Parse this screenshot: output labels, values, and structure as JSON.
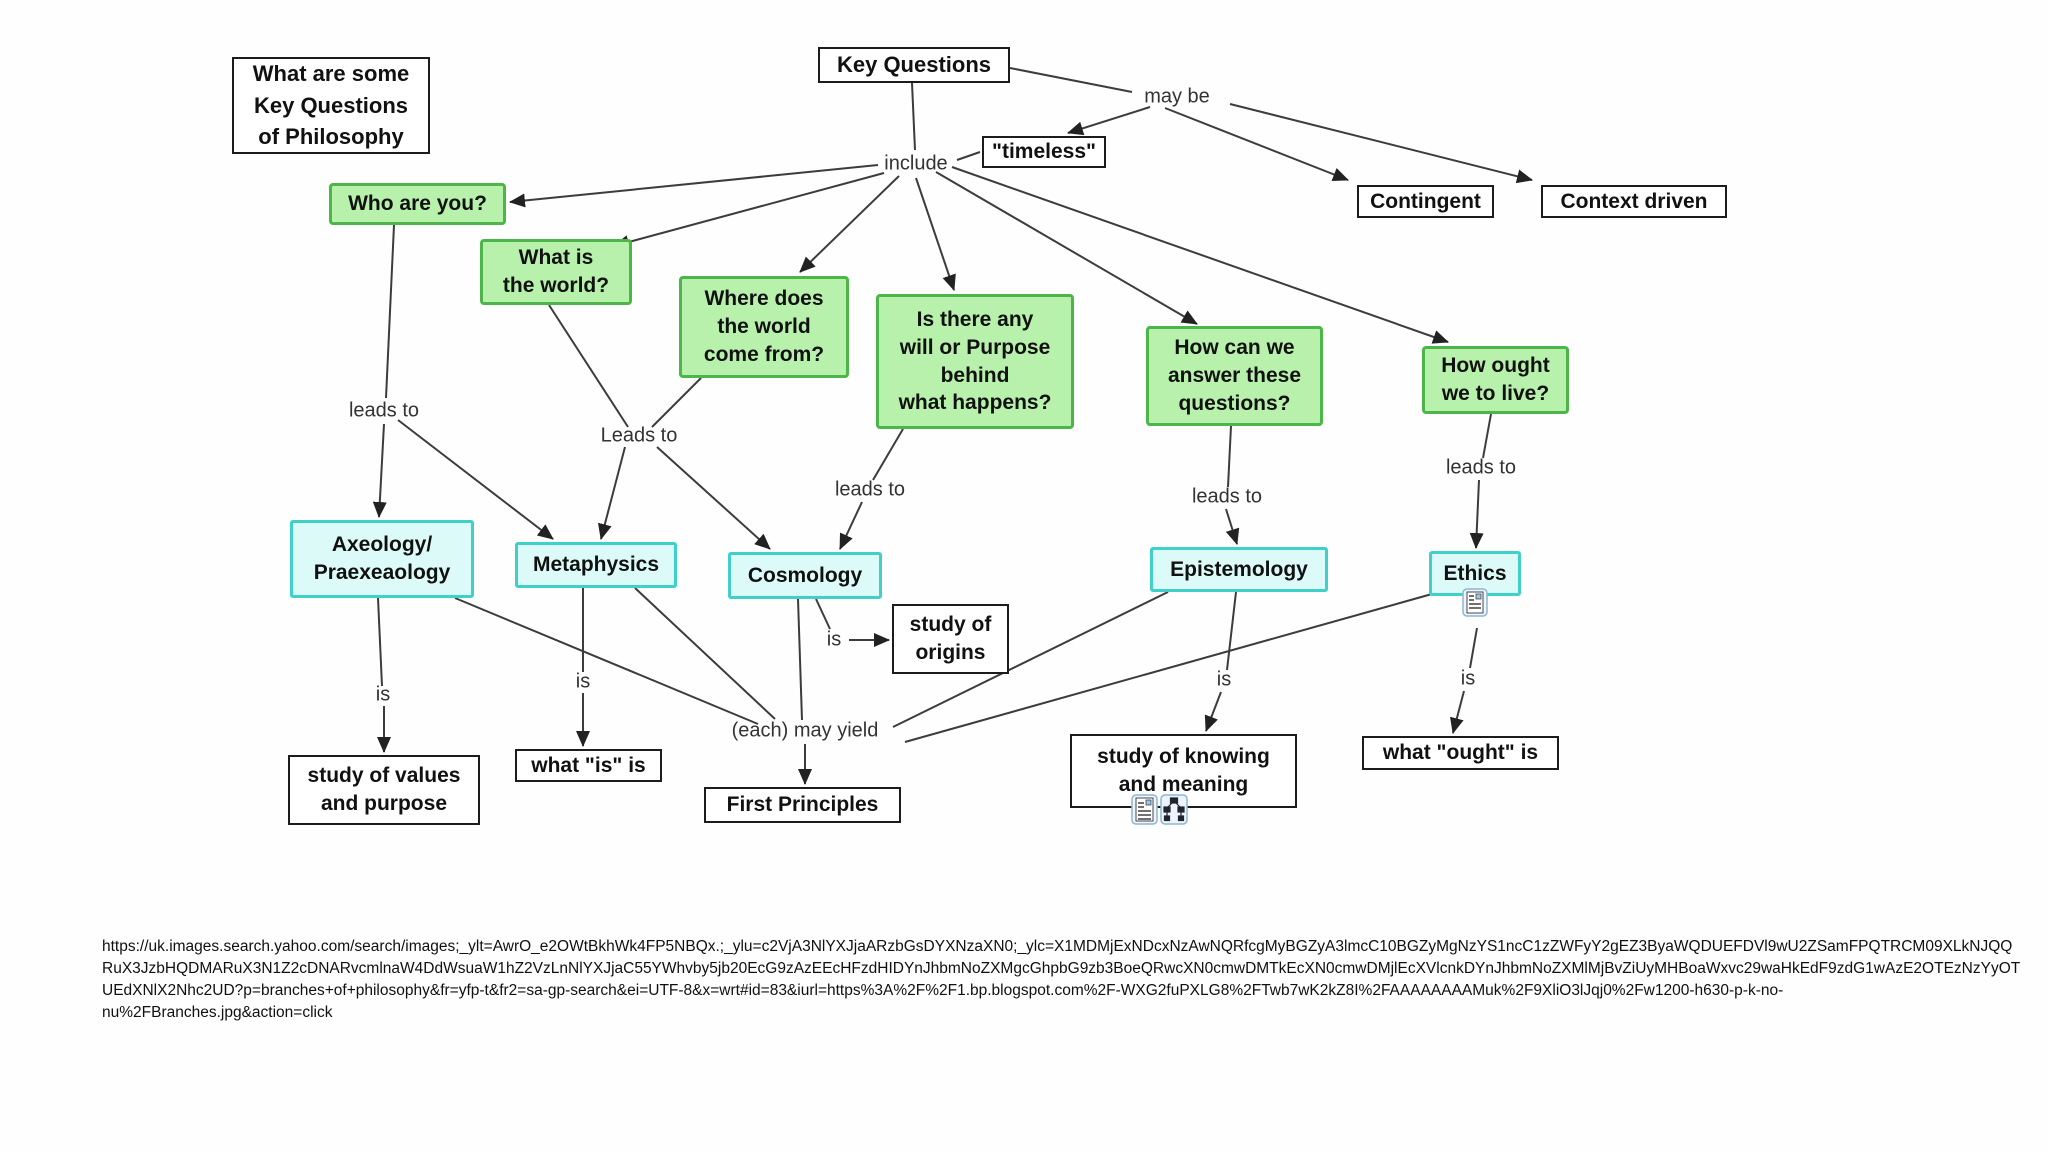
{
  "colors": {
    "background": "#ffffff",
    "plain_box_border": "#1c1c1c",
    "green_box_fill": "#b7f1ab",
    "green_box_border": "#4cb648",
    "cyan_box_fill": "#dcfbf8",
    "cyan_box_border": "#3fd0c9",
    "line_color": "#3c3c3c",
    "text_color": "#111111"
  },
  "nodes": {
    "intro": {
      "lines": [
        "What are some",
        "Key Questions",
        "of Philosophy"
      ]
    },
    "key_questions": {
      "lines": [
        "Key Questions"
      ]
    },
    "timeless": {
      "lines": [
        "\"timeless\""
      ]
    },
    "contingent": {
      "lines": [
        "Contingent"
      ]
    },
    "context_driven": {
      "lines": [
        "Context driven"
      ]
    },
    "who_are_you": {
      "lines": [
        "Who are you?"
      ]
    },
    "what_is_world": {
      "lines": [
        "What is",
        "the world?"
      ]
    },
    "where_world_from": {
      "lines": [
        "Where does",
        "the world",
        "come from?"
      ]
    },
    "will_purpose": {
      "lines": [
        "Is there any",
        "will or Purpose",
        "behind",
        "what happens?"
      ]
    },
    "how_answer": {
      "lines": [
        "How can we",
        "answer these",
        "questions?"
      ]
    },
    "how_ought": {
      "lines": [
        "How ought",
        "we to live?"
      ]
    },
    "axeology": {
      "lines": [
        "Axeology/",
        "Praexeaology"
      ]
    },
    "metaphysics": {
      "lines": [
        "Metaphysics"
      ]
    },
    "cosmology": {
      "lines": [
        "Cosmology"
      ]
    },
    "epistemology": {
      "lines": [
        "Epistemology"
      ]
    },
    "ethics": {
      "lines": [
        "Ethics"
      ]
    },
    "study_of_origins": {
      "lines": [
        "study of",
        "origins"
      ]
    },
    "study_of_values": {
      "lines": [
        "study of values",
        "and purpose"
      ]
    },
    "what_is_is": {
      "lines": [
        "what \"is\" is"
      ]
    },
    "first_principles": {
      "lines": [
        "First Principles"
      ]
    },
    "study_of_knowing": {
      "lines": [
        "study of knowing",
        "and meaning"
      ]
    },
    "what_ought_is": {
      "lines": [
        "what \"ought\" is"
      ]
    }
  },
  "link_labels": {
    "may_be": "may be",
    "include": "include",
    "leads_to_who": "leads to",
    "leads_to_world": "Leads to",
    "leads_to_will": "leads to",
    "leads_to_answer": "leads to",
    "leads_to_ought": "leads to",
    "is_axeology": "is",
    "is_metaphysics": "is",
    "is_cosmology": "is",
    "is_epistemology": "is",
    "is_ethics": "is",
    "each_may_yield": "(each) may yield"
  },
  "icons": {
    "ethics_resource": "document-resource-icon",
    "knowing_resource_1": "document-resource-icon",
    "knowing_resource_2": "concept-map-resource-icon"
  },
  "edges": [
    {
      "from": "Key Questions",
      "label": "may be",
      "to": [
        "\"timeless\"",
        "Contingent",
        "Context driven"
      ]
    },
    {
      "from": "Key Questions",
      "label": "include",
      "to": [
        "Who are you?",
        "What is the world?",
        "Where does the world come from?",
        "Is there any will or Purpose behind what happens?",
        "How can we answer these questions?",
        "How ought we to live?"
      ]
    },
    {
      "from": "Who are you?",
      "label": "leads to",
      "to": [
        "Axeology/Praexeaology",
        "Metaphysics"
      ]
    },
    {
      "from": "What is the world?",
      "label": "Leads to",
      "to": [
        "Metaphysics",
        "Cosmology"
      ]
    },
    {
      "from": "Where does the world come from?",
      "label": "Leads to",
      "to": [
        "Metaphysics",
        "Cosmology"
      ]
    },
    {
      "from": "Is there any will or Purpose behind what happens?",
      "label": "leads to",
      "to": [
        "Cosmology"
      ]
    },
    {
      "from": "How can we answer these questions?",
      "label": "leads to",
      "to": [
        "Epistemology"
      ]
    },
    {
      "from": "How ought we to live?",
      "label": "leads to",
      "to": [
        "Ethics"
      ]
    },
    {
      "from": "Axeology/Praexeaology",
      "label": "is",
      "to": [
        "study of values and purpose"
      ]
    },
    {
      "from": "Metaphysics",
      "label": "is",
      "to": [
        "what \"is\" is"
      ]
    },
    {
      "from": "Cosmology",
      "label": "is",
      "to": [
        "study of origins"
      ]
    },
    {
      "from": "Epistemology",
      "label": "is",
      "to": [
        "study of knowing and meaning"
      ]
    },
    {
      "from": "Ethics",
      "label": "is",
      "to": [
        "what \"ought\" is"
      ]
    },
    {
      "from": "Axeology/Praexeaology + Metaphysics + Cosmology + Epistemology + Ethics",
      "label": "(each) may yield",
      "to": [
        "First Principles"
      ]
    }
  ],
  "footer": {
    "url_lines": [
      "https://uk.images.search.yahoo.com/search/images;_ylt=AwrO_e2OWtBkhWk4FP5NBQx.;_ylu=c2VjA3NlYXJjaARzbGsDYXNzaXN0;_ylc=X1MDMjExNDcxNzAwNQRfcgMyBGZyA3lmcC10BGZyMgNzYS1ncC1zZWFyY2gEZ3ByaWQDUEFDVl9wU2ZSamFPQTRCM09XLkNJQQ",
      "RuX3JzbHQDMARuX3N1Z2cDNARvcmlnaW4DdWsuaW1hZ2VzLnNlYXJjaC55YWhvby5jb20EcG9zAzEEcHFzdHIDYnJhbmNoZXMgcGhpbG9zb3BoeQRwcXN0cmwDMTkEcXN0cmwDMjlEcXVlcnkDYnJhbmNoZXMlMjBvZiUyMHBoaWxvc29waHkEdF9zdG1wAzE2OTEzNzYyOT",
      "UEdXNlX2Nhc2UD?p=branches+of+philosophy&fr=yfp-t&fr2=sa-gp-search&ei=UTF-8&x=wrt#id=83&iurl=https%3A%2F%2F1.bp.blogspot.com%2F-WXG2fuPXLG8%2FTwb7wK2kZ8I%2FAAAAAAAAMuk%2F9XliO3lJqj0%2Fw1200-h630-p-k-no-",
      "nu%2FBranches.jpg&action=click"
    ]
  }
}
